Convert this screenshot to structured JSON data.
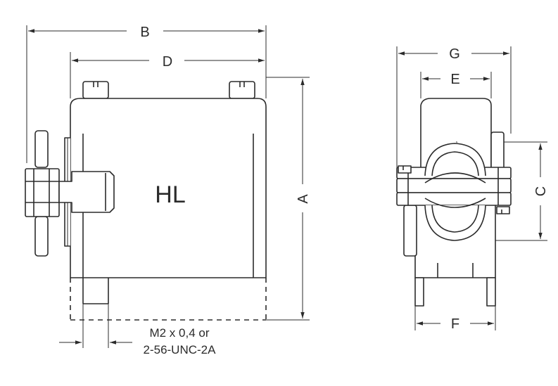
{
  "front_view": {
    "label": "HL",
    "dims": {
      "B": "B",
      "D": "D",
      "A": "A"
    },
    "thread_note": {
      "line1": "M2 x 0,4 or",
      "line2": "2-56-UNC-2A"
    }
  },
  "side_view": {
    "dims": {
      "G": "G",
      "E": "E",
      "C": "C",
      "F": "F"
    }
  },
  "colors": {
    "line": "#2b2b2b",
    "background": "#ffffff"
  }
}
